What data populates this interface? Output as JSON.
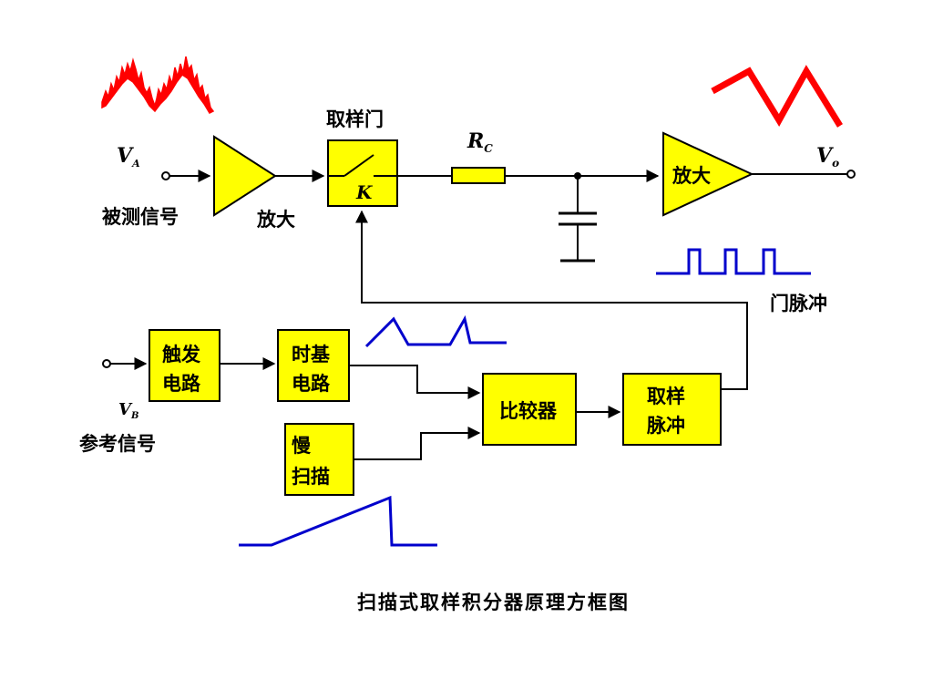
{
  "caption": "扫描式取样积分器原理方框图",
  "input_signal": {
    "symbol_main": "V",
    "symbol_sub": "A",
    "label": "被测信号"
  },
  "input_amplifier": {
    "label": "放大"
  },
  "sampling_gate": {
    "title": "取样门",
    "switch_label": "K"
  },
  "resistor": {
    "symbol_main": "R",
    "symbol_sub": "C"
  },
  "output_amplifier": {
    "label": "放大"
  },
  "output": {
    "symbol_main": "V",
    "symbol_sub": "o"
  },
  "gate_pulse": {
    "label": "门脉冲"
  },
  "reference_signal": {
    "symbol_main": "V",
    "symbol_sub": "B",
    "label": "参考信号"
  },
  "trigger_circuit": {
    "line1": "触发",
    "line2": "电路"
  },
  "timebase_circuit": {
    "line1": "时基",
    "line2": "电路"
  },
  "slow_scan": {
    "line1": "慢",
    "line2": "扫描"
  },
  "comparator": {
    "label": "比较器"
  },
  "sampling_pulse": {
    "line1": "取样",
    "line2": "脉冲"
  },
  "colors": {
    "block_fill": "#ffff00",
    "block_stroke": "#000000",
    "noisy_waveform": "#ff0000",
    "clean_waveform": "#ff0000",
    "pulse_waveform": "#0000cc",
    "wire": "#000000"
  }
}
